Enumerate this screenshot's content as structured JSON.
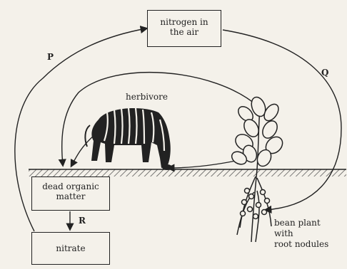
{
  "nodes": {
    "nitrogen_air": {
      "line1": "nitrogen in",
      "line2": "the air"
    },
    "dead_organic": {
      "line1": "dead organic",
      "line2": "matter"
    },
    "nitrate": {
      "label": "nitrate"
    }
  },
  "labels": {
    "herbivore": "herbivore",
    "P": "P",
    "Q": "Q",
    "R": "R",
    "bean_plant": {
      "line1": "bean plant",
      "line2": "with",
      "line3": "root nodules"
    }
  }
}
